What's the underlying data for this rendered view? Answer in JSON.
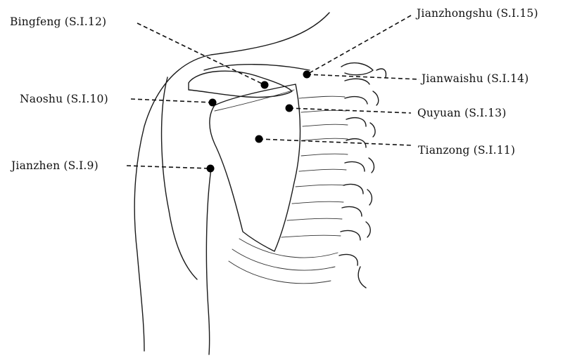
{
  "points": [
    {
      "id": "bingfeng",
      "label": "Bingfeng (S.I.12)"
    },
    {
      "id": "jianzhongshu",
      "label": "Jianzhongshu (S.I.15)"
    },
    {
      "id": "jianwaishu",
      "label": "Jianwaishu (S.I.14)"
    },
    {
      "id": "naoshu",
      "label": "Naoshu (S.I.10)"
    },
    {
      "id": "quyuan",
      "label": "Quyuan (S.I.13)"
    },
    {
      "id": "tianzong",
      "label": "Tianzong (S.I.11)"
    },
    {
      "id": "jianzhen",
      "label": "Jianzhen (S.I.9)"
    }
  ]
}
